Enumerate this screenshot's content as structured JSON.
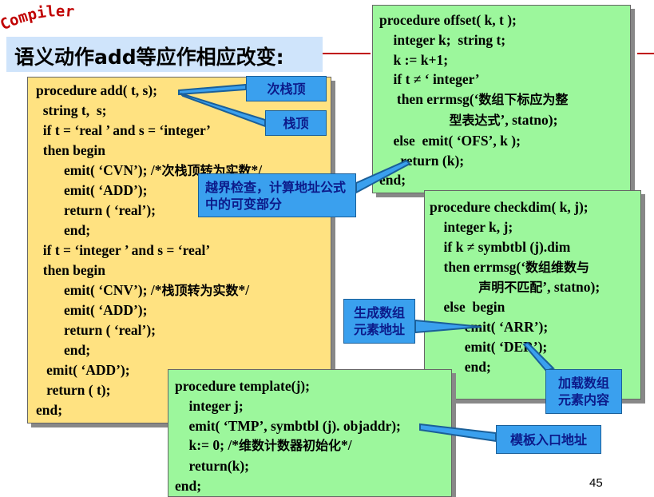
{
  "logo_text": "Compiler",
  "title": "语义动作add等应作相应改变:",
  "page_number": "45",
  "add_proc": {
    "lines": [
      [
        "procedure add( t, s);",
        ""
      ],
      [
        "  string t,  s;",
        ""
      ],
      [
        "  if t = ‘real ’ and s = ‘integer’",
        ""
      ],
      [
        "  then begin",
        ""
      ],
      [
        "        emit( ‘CVN’); /*",
        "次栈顶转为实数",
        "*/"
      ],
      [
        "        emit( ‘ADD’);",
        ""
      ],
      [
        "        return ( ‘real’);",
        ""
      ],
      [
        "        end;",
        ""
      ],
      [
        "  if t = ‘integer ’ and s = ‘real’",
        ""
      ],
      [
        "  then begin",
        ""
      ],
      [
        "        emit( ‘CNV’); /*",
        "栈顶转为实数",
        "*/"
      ],
      [
        "        emit( ‘ADD’);",
        ""
      ],
      [
        "        return ( ‘real’);",
        ""
      ],
      [
        "        end;",
        ""
      ],
      [
        "   emit( ‘ADD’);",
        ""
      ],
      [
        "   return ( t);",
        ""
      ],
      [
        "end;",
        ""
      ]
    ]
  },
  "offset_proc": {
    "lines": [
      [
        "procedure offset( k, t );",
        ""
      ],
      [
        "    integer k;  string t;",
        ""
      ],
      [
        "    k := k+1;",
        ""
      ],
      [
        "    if t ≠ ‘ integer’",
        ""
      ],
      [
        "     then errmsg(‘",
        "数组下标应为整",
        ""
      ],
      [
        "                    ",
        "型表达式",
        "’, statno);"
      ],
      [
        "    else  emit( ‘OFS’, k );",
        ""
      ],
      [
        "      return (k);",
        ""
      ],
      [
        "end;",
        ""
      ]
    ]
  },
  "checkdim_proc": {
    "lines": [
      [
        "procedure checkdim( k, j);",
        ""
      ],
      [
        "    integer k, j;",
        ""
      ],
      [
        "    if k ≠ symbtbl (j).dim",
        ""
      ],
      [
        "    then errmsg(‘",
        "数组维数与",
        ""
      ],
      [
        "              ",
        "声明不匹配",
        "’, statno);"
      ],
      [
        "    else  begin",
        ""
      ],
      [
        "          emit( ‘ARR’);",
        ""
      ],
      [
        "          emit( ‘DER’);",
        ""
      ],
      [
        "          end;",
        ""
      ],
      [
        "end;",
        ""
      ]
    ]
  },
  "template_proc": {
    "lines": [
      [
        "procedure template(j);",
        ""
      ],
      [
        "    integer j;",
        ""
      ],
      [
        "    emit( ‘TMP’, symbtbl (j). objaddr);",
        ""
      ],
      [
        "    k:= 0; /*",
        "维数计数器初始化",
        "*/"
      ],
      [
        "    return(k);",
        ""
      ],
      [
        "end;",
        ""
      ]
    ]
  },
  "callouts": {
    "second_top": "次栈顶",
    "top": "栈顶",
    "bounds_check": "越界检查，计算地址公式中的可变部分",
    "gen_addr": "生成数组元素地址",
    "load_content": "加载数组元素内容",
    "template_entry": "模板入口地址"
  },
  "colors": {
    "code_yellow": "#ffe281",
    "code_green": "#9cf79c",
    "callout_blue": "#3aa0ee",
    "accent_red": "#c00000",
    "title_bg": "#cfe4fb"
  }
}
